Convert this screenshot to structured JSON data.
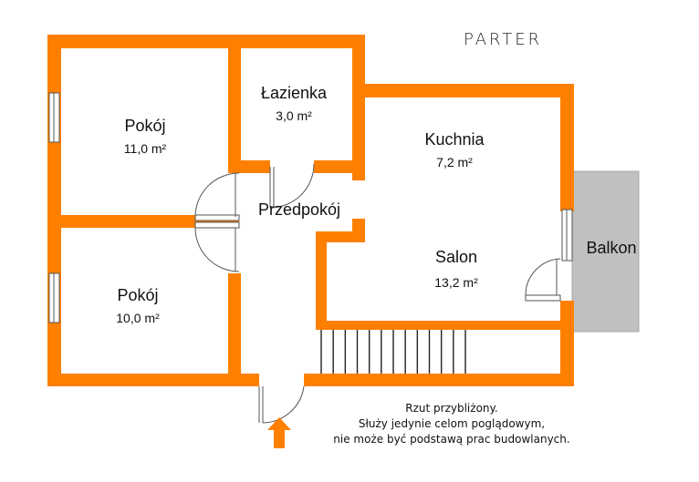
{
  "title": "PARTER",
  "rooms": [
    {
      "name": "Pokój",
      "area": "11,0 m²"
    },
    {
      "name": "Łazienka",
      "area": "3,0 m²"
    },
    {
      "name": "Kuchnia",
      "area": "7,2 m²"
    },
    {
      "name": "Przedpokój"
    },
    {
      "name": "Salon",
      "area": "13,2 m²"
    },
    {
      "name": "Pokój",
      "area": "10,0 m²"
    },
    {
      "name": "Balkon"
    }
  ],
  "note": {
    "line1": "Rzut przybliżony.",
    "line2": "Służy jedynie celom poglądowym,",
    "line3": "nie może być podstawą prac budowlanych."
  },
  "colors": {
    "wall": "#ff8000",
    "balcony": "#c0c0c0",
    "entrance_arrow": "#ff8000"
  }
}
